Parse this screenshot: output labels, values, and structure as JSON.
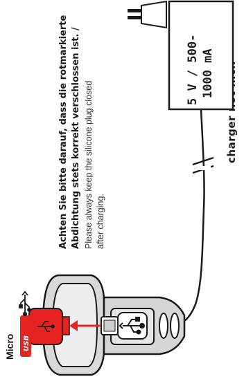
{
  "notes": {
    "de_line1": "Achten Sie bitte darauf, dass die rotmarkierte",
    "de_line2": "Abdichtung stets korrekt verschlossen ist. /",
    "en_line1": "Please always keep the silicone plug closed",
    "en_line2": "after charging."
  },
  "charger": {
    "spec_line1": "5 V / 500-",
    "spec_line2": "1000 mA",
    "note": "charger not incl."
  },
  "usb_badge": {
    "micro_label": "Micro",
    "logo_text": "USB"
  },
  "colors": {
    "accent_red": "#e52421",
    "line": "#1a1a1a",
    "device_gray": "#d6d6d6"
  },
  "icons": [
    "usb-trident-icon",
    "usb-symbol-icon",
    "arrow-icon"
  ]
}
